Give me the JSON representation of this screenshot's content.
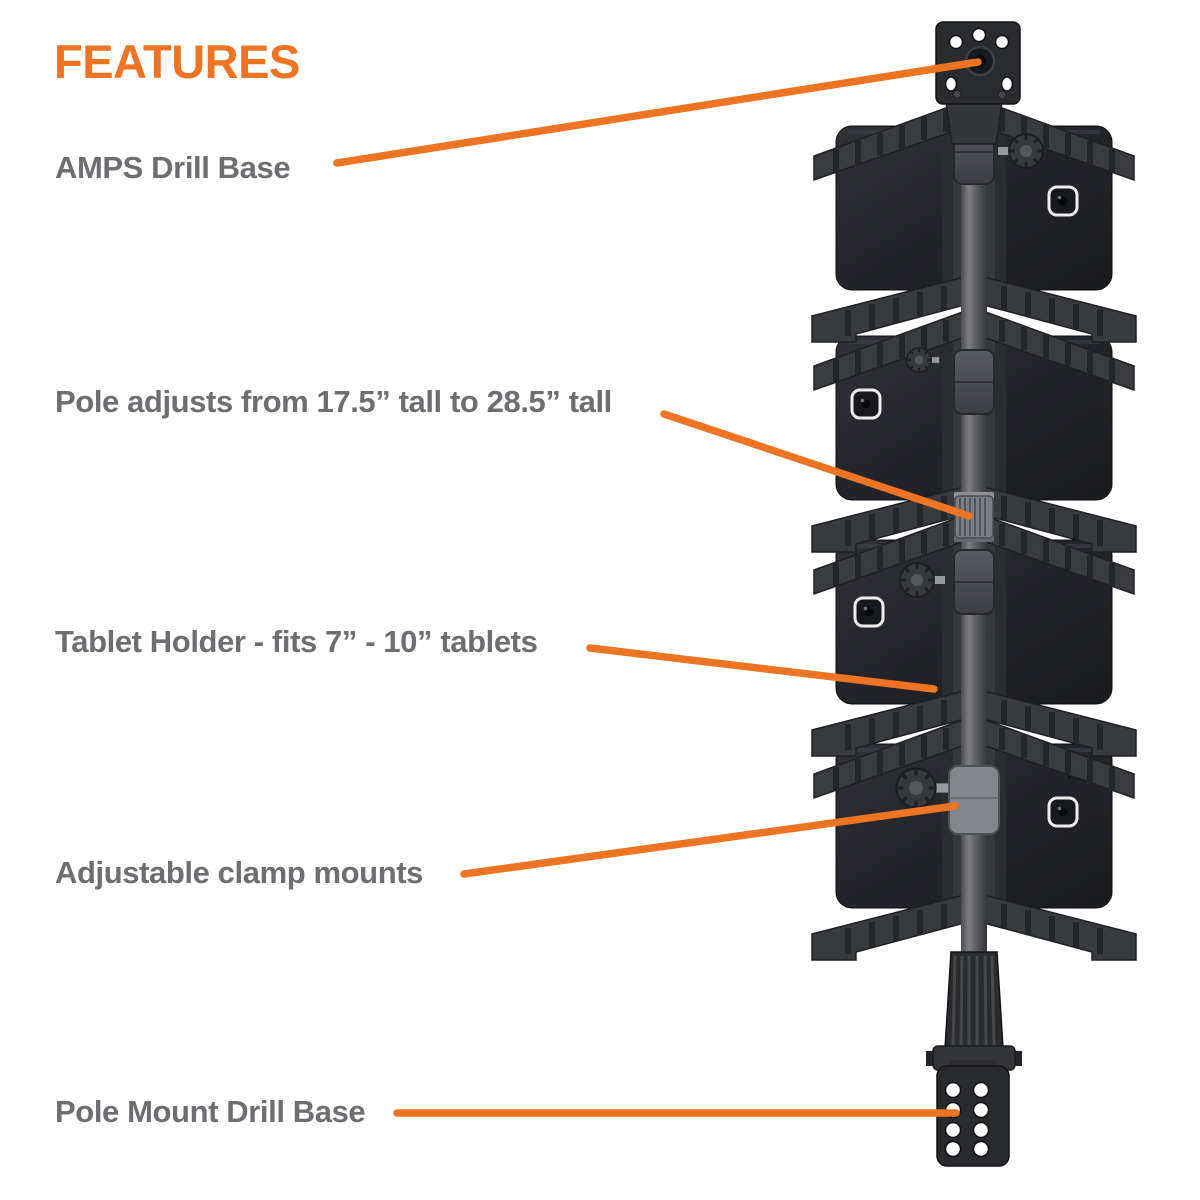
{
  "title": "FEATURES",
  "colors": {
    "accent_orange": "#ED7423",
    "label_gray": "#6D6E71",
    "background": "#FFFFFF",
    "product_dark": "#2A2B2E"
  },
  "features": [
    {
      "id": "amps-drill-base",
      "label": "AMPS Drill Base"
    },
    {
      "id": "pole-adjust",
      "label": "Pole adjusts from 17.5” tall to 28.5” tall"
    },
    {
      "id": "tablet-holder",
      "label": "Tablet Holder - fits 7” - 10” tablets"
    },
    {
      "id": "clamp-mounts",
      "label": "Adjustable clamp mounts"
    },
    {
      "id": "pole-mount-drill-base",
      "label": "Pole Mount Drill Base"
    }
  ],
  "product": {
    "tablet_count": 4
  }
}
